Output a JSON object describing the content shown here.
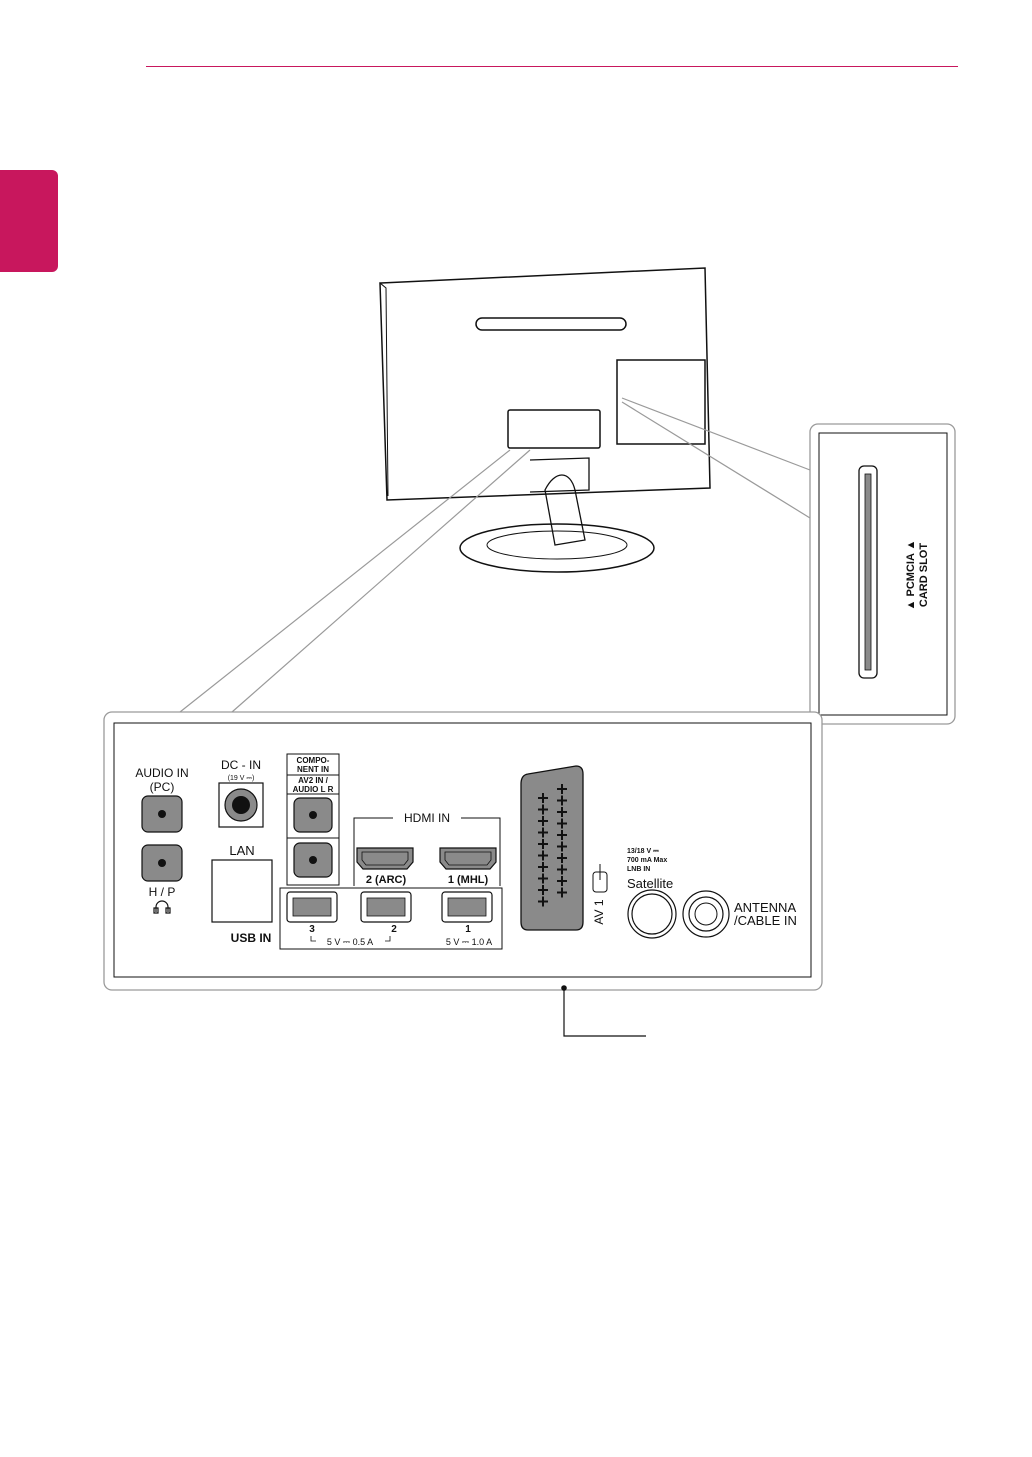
{
  "colors": {
    "accent": "#c8175d",
    "port_gray": "#8a8a8a",
    "line": "#111111",
    "callout": "#9a9a9a"
  },
  "card_slot": {
    "line1": "▲ PCMCIA ▲",
    "line2": "CARD SLOT"
  },
  "ports": {
    "audio_in": {
      "line1": "AUDIO IN",
      "line2": "(PC)"
    },
    "headphone": {
      "label": "H / P",
      "icon": "headphone-icon"
    },
    "dc_in": {
      "label": "DC - IN",
      "rating": "(19 V ⎓)"
    },
    "lan": "LAN",
    "component": {
      "line1": "COMPO-",
      "line2": "NENT IN",
      "line3": "AV2 IN /",
      "line4": "AUDIO L R"
    },
    "hdmi": {
      "title": "HDMI  IN",
      "port2": "2 (ARC)",
      "port1": "1 (MHL)"
    },
    "usb": {
      "title": "USB IN",
      "port3": "3",
      "port2": "2",
      "port1": "1",
      "rating_a": "5 V ⎓ 0.5 A",
      "rating_b": "5 V ⎓ 1.0 A"
    },
    "av1": "AV 1",
    "satellite": {
      "spec1": "13/18 V ⎓",
      "spec2": "700 mA Max",
      "spec3": "LNB IN",
      "label": "Satellite"
    },
    "antenna": {
      "line1": "ANTENNA",
      "line2": "/CABLE IN"
    }
  }
}
